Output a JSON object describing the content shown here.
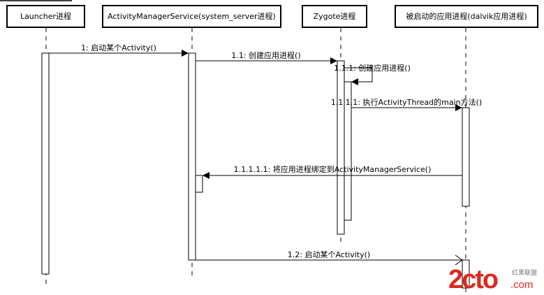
{
  "diagram": {
    "type": "UML sequence diagram",
    "participants": [
      {
        "id": "launcher",
        "label": "Launcher进程"
      },
      {
        "id": "ams",
        "label": "ActivityManagerService(system_server进程)"
      },
      {
        "id": "zygote",
        "label": "Zygote进程"
      },
      {
        "id": "app",
        "label": "被启动的应用进程(dalvik应用进程)"
      }
    ],
    "messages": [
      {
        "id": "m1",
        "from": "launcher",
        "to": "ams",
        "label": "1: 启动某个Activity()",
        "kind": "sync"
      },
      {
        "id": "m1_1",
        "from": "ams",
        "to": "zygote",
        "label": "1.1: 创建应用进程()",
        "kind": "sync"
      },
      {
        "id": "m1_1_1",
        "from": "zygote",
        "to": "zygote",
        "label": "1.1.1: 创建应用进程()",
        "kind": "self"
      },
      {
        "id": "m1_1_1_1",
        "from": "zygote",
        "to": "app",
        "label": "1.1.1.1: 执行ActivityThread的main方法()",
        "kind": "sync"
      },
      {
        "id": "m1_1_1_1_1",
        "from": "app",
        "to": "ams",
        "label": "1.1.1.1.1: 将应用进程绑定到ActivityManagerService()",
        "kind": "sync"
      },
      {
        "id": "m1_2",
        "from": "ams",
        "to": "app",
        "label": "1.2: 启动某个Activity()",
        "kind": "async"
      }
    ]
  },
  "watermark": {
    "brand": "2cto",
    "suffix": ".com",
    "tagline": "红黑联盟",
    "color": "#e0281e"
  }
}
